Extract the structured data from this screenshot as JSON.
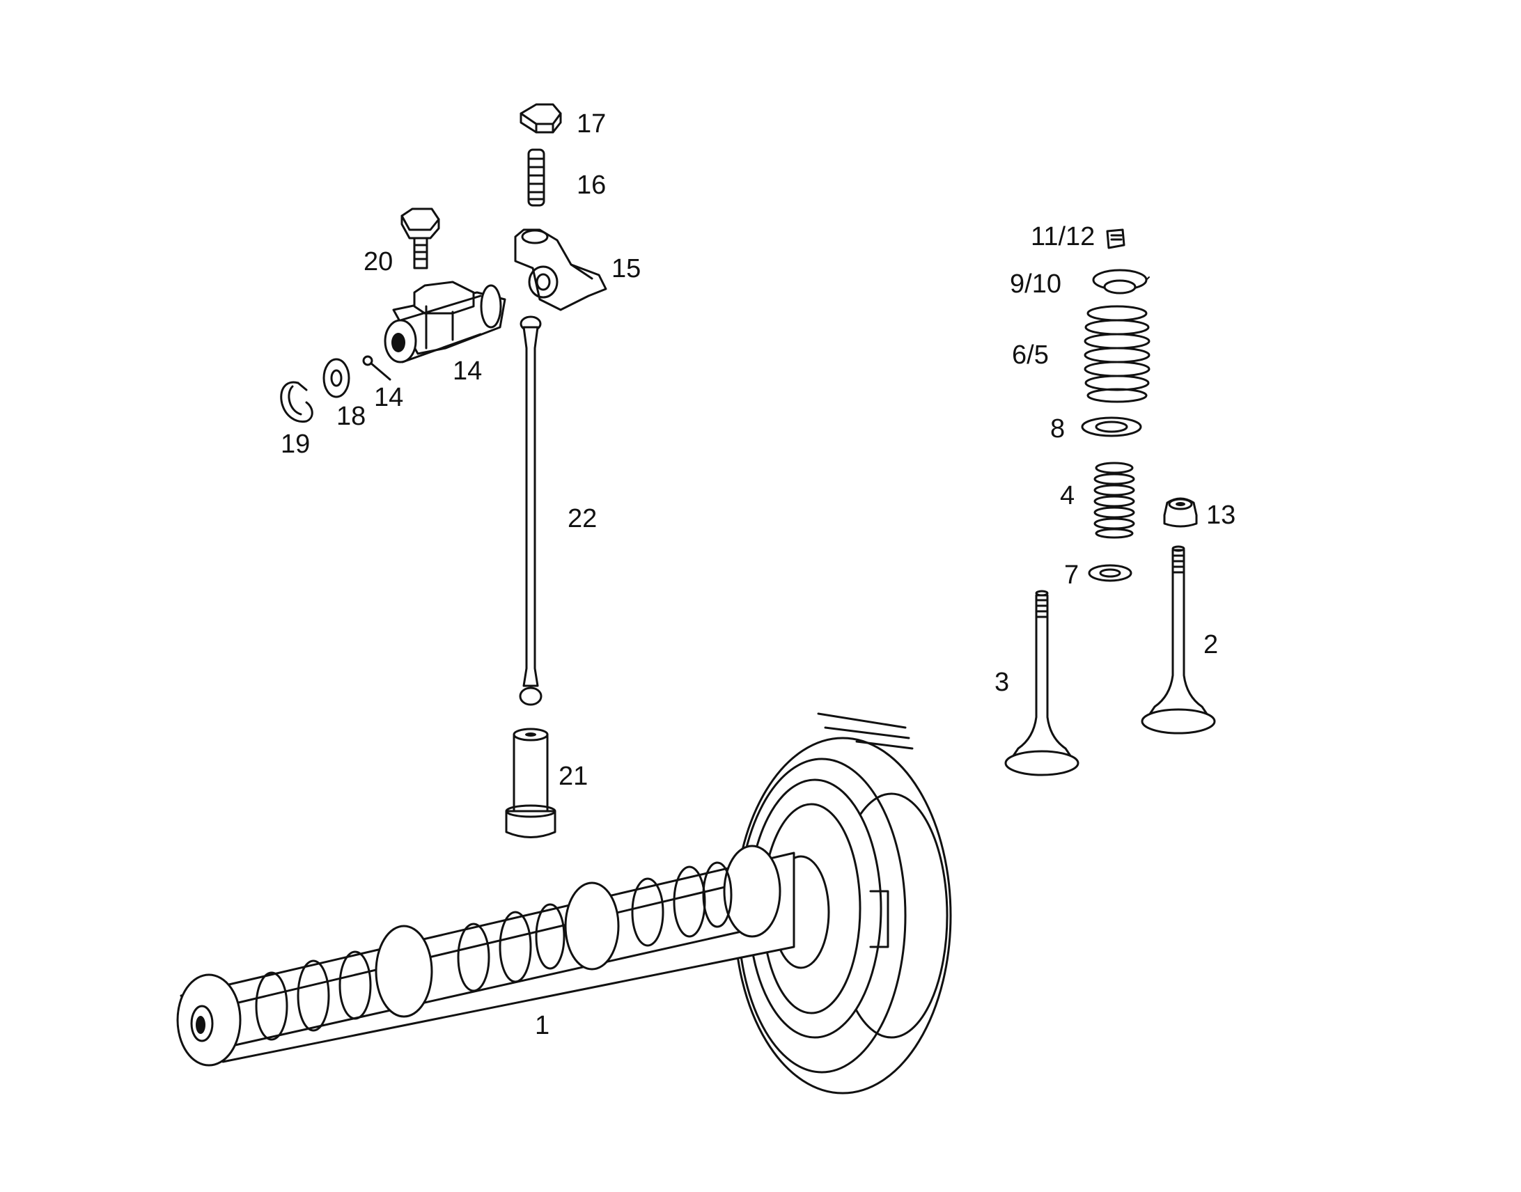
{
  "parts": [
    {
      "id": "camshaft",
      "label": "1"
    },
    {
      "id": "exhaust-valve",
      "label": "2"
    },
    {
      "id": "intake-valve",
      "label": "3"
    },
    {
      "id": "inner-valve-spring",
      "label": "4"
    },
    {
      "id": "outer-valve-spring",
      "label": "6/5"
    },
    {
      "id": "lower-spring-washer",
      "label": "7"
    },
    {
      "id": "spring-seat-washer",
      "label": "8"
    },
    {
      "id": "valve-spring-retainer",
      "label": "9/10"
    },
    {
      "id": "valve-cotters",
      "label": "11/12"
    },
    {
      "id": "valve-stem-seal",
      "label": "13"
    },
    {
      "id": "rocker-arm-bracket",
      "label": "14"
    },
    {
      "id": "bracket-pin",
      "label": "14"
    },
    {
      "id": "rocker-arm",
      "label": "15"
    },
    {
      "id": "adjusting-stud",
      "label": "16"
    },
    {
      "id": "hex-nut",
      "label": "17"
    },
    {
      "id": "washer",
      "label": "18"
    },
    {
      "id": "circlip",
      "label": "19"
    },
    {
      "id": "hex-bolt",
      "label": "20"
    },
    {
      "id": "tappet",
      "label": "21"
    },
    {
      "id": "push-rod",
      "label": "22"
    }
  ]
}
